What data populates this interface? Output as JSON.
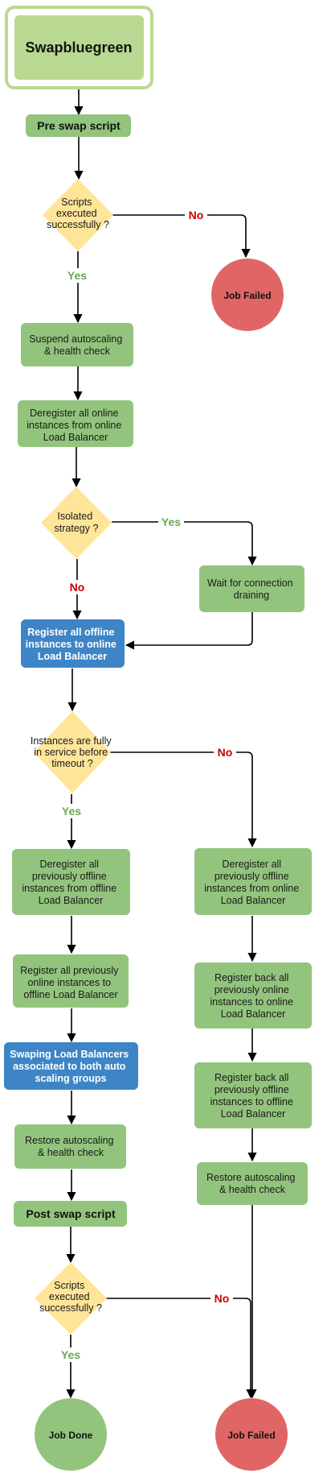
{
  "diagram": {
    "colors": {
      "green_fill": "#93c47d",
      "light_green_fill": "#b9d992",
      "light_green_border": "#b9d992",
      "blue_fill": "#3d85c6",
      "diamond_fill": "#ffe599",
      "fail_fill": "#e06666",
      "done_fill": "#93c47d",
      "yes_color": "#6aa84f",
      "no_color": "#cc0000",
      "line_color": "#000000"
    },
    "nodes": {
      "swapbluegreen": {
        "text": "Swapbluegreen"
      },
      "pre_swap_script": {
        "text": "Pre swap script"
      },
      "scripts_check_1": {
        "lines": [
          "Scripts",
          "executed",
          "successfully ?"
        ]
      },
      "job_failed_1": {
        "text": "Job Failed"
      },
      "suspend_autoscaling": {
        "lines": [
          "Suspend autoscaling",
          "& health check"
        ]
      },
      "deregister_online": {
        "lines": [
          "Deregister all online",
          "instances from online",
          "Load Balancer"
        ]
      },
      "isolated_strategy": {
        "lines": [
          "Isolated",
          "strategy ?"
        ]
      },
      "wait_draining": {
        "lines": [
          "Wait for connection",
          "draining"
        ]
      },
      "register_offline_to_online": {
        "lines": [
          "Register all offline",
          "instances to online",
          "Load Balancer"
        ]
      },
      "instances_in_service": {
        "lines": [
          "Instances are fully",
          "in service before",
          "timeout ?"
        ]
      },
      "deregister_offline": {
        "lines": [
          "Deregister all",
          "previously offline",
          "instances from offline",
          "Load Balancer"
        ]
      },
      "deregister_prev_offline_from_online": {
        "lines": [
          "Deregister all",
          "previously offline",
          "instances from online",
          "Load Balancer"
        ]
      },
      "register_prev_online_to_offline": {
        "lines": [
          "Register all previously",
          "online instances to",
          "offline Load Balancer"
        ]
      },
      "register_back_online": {
        "lines": [
          "Register back all",
          "previously online",
          "instances to online",
          "Load Balancer"
        ]
      },
      "swapping_lbs": {
        "lines": [
          "Swaping Load Balancers",
          "associated to both auto",
          "scaling groups"
        ]
      },
      "register_back_offline": {
        "lines": [
          "Register back all",
          "previously offline",
          "instances to offline",
          "Load Balancer"
        ]
      },
      "restore_autoscaling_left": {
        "lines": [
          "Restore autoscaling",
          "& health check"
        ]
      },
      "restore_autoscaling_right": {
        "lines": [
          "Restore autoscaling",
          "& health check"
        ]
      },
      "post_swap_script": {
        "text": "Post swap script"
      },
      "scripts_check_2": {
        "lines": [
          "Scripts",
          "executed",
          "successfully ?"
        ]
      },
      "job_done": {
        "text": "Job Done"
      },
      "job_failed_2": {
        "text": "Job Failed"
      }
    },
    "edge_labels": {
      "no_1": "No",
      "yes_1": "Yes",
      "yes_2": "Yes",
      "no_2": "No",
      "no_3": "No",
      "yes_3": "Yes",
      "no_4": "No",
      "yes_4": "Yes"
    }
  }
}
